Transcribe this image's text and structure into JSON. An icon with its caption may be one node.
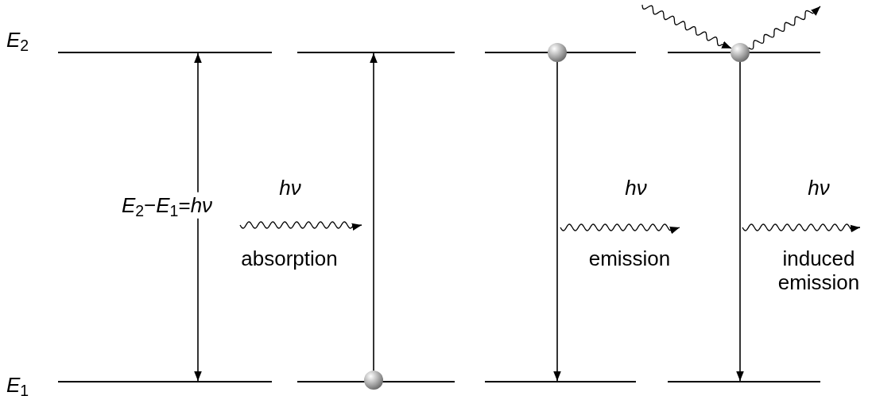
{
  "diagram": {
    "nodes": [
      {
        "text": [],
        "shape": "bar"
      },
      {
        "text": [],
        "shape": "bar"
      },
      {
        "text": [],
        "shape": "bar"
      },
      {
        "text": [],
        "shape": "circle"
      },
      {
        "text": [],
        "shape": "bar"
      },
      {
        "text": [],
        "shape": "circle"
      },
      {
        "text": [],
        "shape": "bar"
      },
      {
        "text": [],
        "shape": "bar"
      },
      {
        "text": [],
        "shape": "circle"
      },
      {
        "text": [],
        "shape": "bar"
      },
      {
        "text": [],
        "shape": "bar"
      }
    ],
    "edges": [
      {
        "from": 6,
        "to": 0,
        "arrow": "both",
        "label": "*E*$_{2}$−*E*$_{1}$=*hν*"
      },
      {
        "from": 8,
        "to": 1,
        "arrow": "to"
      },
      {
        "from": 3,
        "to": 9,
        "arrow": "to"
      },
      {
        "from": 5,
        "to": 10,
        "arrow": "to"
      },
      {
        "from": null,
        "to": 5,
        "arrow": "to"
      },
      {
        "from": 5,
        "to": null,
        "arrow": "to"
      }
    ],
    "labels": [
      "*E*$_{2}$",
      "hν",
      "hν",
      "hν",
      "absorption",
      "emission",
      "induced emission",
      "*E*$_{1}$"
    ]
  }
}
